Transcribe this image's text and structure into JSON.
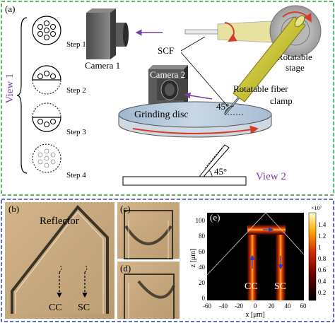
{
  "panel_a": {
    "label": "(a)",
    "view1": "View 1",
    "view2": "View 2",
    "steps": [
      "Step 1",
      "Step 2",
      "Step 3",
      "Step 4"
    ],
    "camera1": "Camera 1",
    "camera2": "Camera 2",
    "scf": "SCF",
    "rotatable_stage_1": "Rotatable",
    "rotatable_stage_2": "stage",
    "fiber_clamp_1": "Rotatable fiber",
    "fiber_clamp_2": "clamp",
    "angle_top": "45°",
    "angle_bottom": "45°",
    "grinding_disc": "Grinding disc"
  },
  "panel_b": {
    "label": "(b)",
    "reflector": "Reflector",
    "cc": "CC",
    "sc": "SC"
  },
  "panel_c": {
    "label": "(c)"
  },
  "panel_d": {
    "label": "(d)"
  },
  "panel_e": {
    "label": "(e)",
    "cc": "CC",
    "sc": "SC",
    "x_axis_label": "x [μm]",
    "y_axis_label": "z [μm]",
    "colorbar_exponent": "×10⁷",
    "x_ticks": [
      "-60",
      "-40",
      "-20",
      "0",
      "20",
      "40",
      "60"
    ],
    "y_ticks": [
      "100",
      "80",
      "60",
      "40",
      "20",
      "0"
    ],
    "colorbar_ticks": [
      "1.4",
      "1.2",
      "1",
      "0.8",
      "0.6",
      "0.4",
      "0.2"
    ]
  },
  "colors": {
    "top_border": "#2a9d3a",
    "bottom_border": "#2b3fb5",
    "view_label": "#7b3fa0",
    "arrow_red": "#d63a2a",
    "fiber_yellow": "#c8c23a"
  }
}
